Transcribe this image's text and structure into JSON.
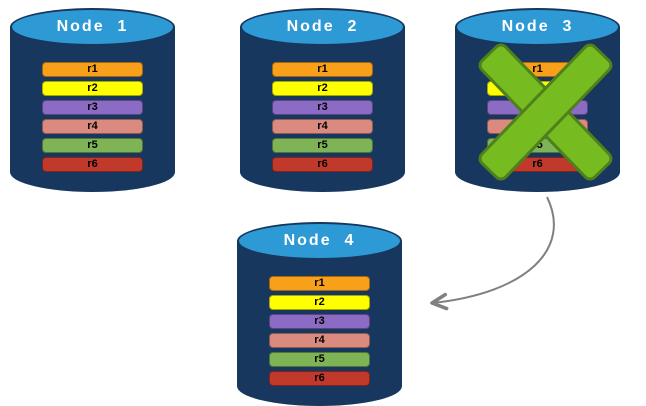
{
  "diagram": {
    "description": "database-replication-failover-diagram",
    "nodes": [
      {
        "label": "Node  1",
        "failed": false
      },
      {
        "label": "Node  2",
        "failed": false
      },
      {
        "label": "Node  3",
        "failed": true
      },
      {
        "label": "Node  4",
        "failed": false
      }
    ],
    "records": [
      "r1",
      "r2",
      "r3",
      "r4",
      "r5",
      "r6"
    ],
    "record_colors": [
      "#F9A01B",
      "#FFFF00",
      "#8C6BC4",
      "#DB8A80",
      "#7EB356",
      "#C0392B"
    ],
    "colors": {
      "cylinder_body": "#17375E",
      "cylinder_top": "#2D9AD6",
      "fail_x_fill": "#76BC21",
      "fail_x_border": "#4E801C",
      "arrow": "#808080"
    }
  }
}
